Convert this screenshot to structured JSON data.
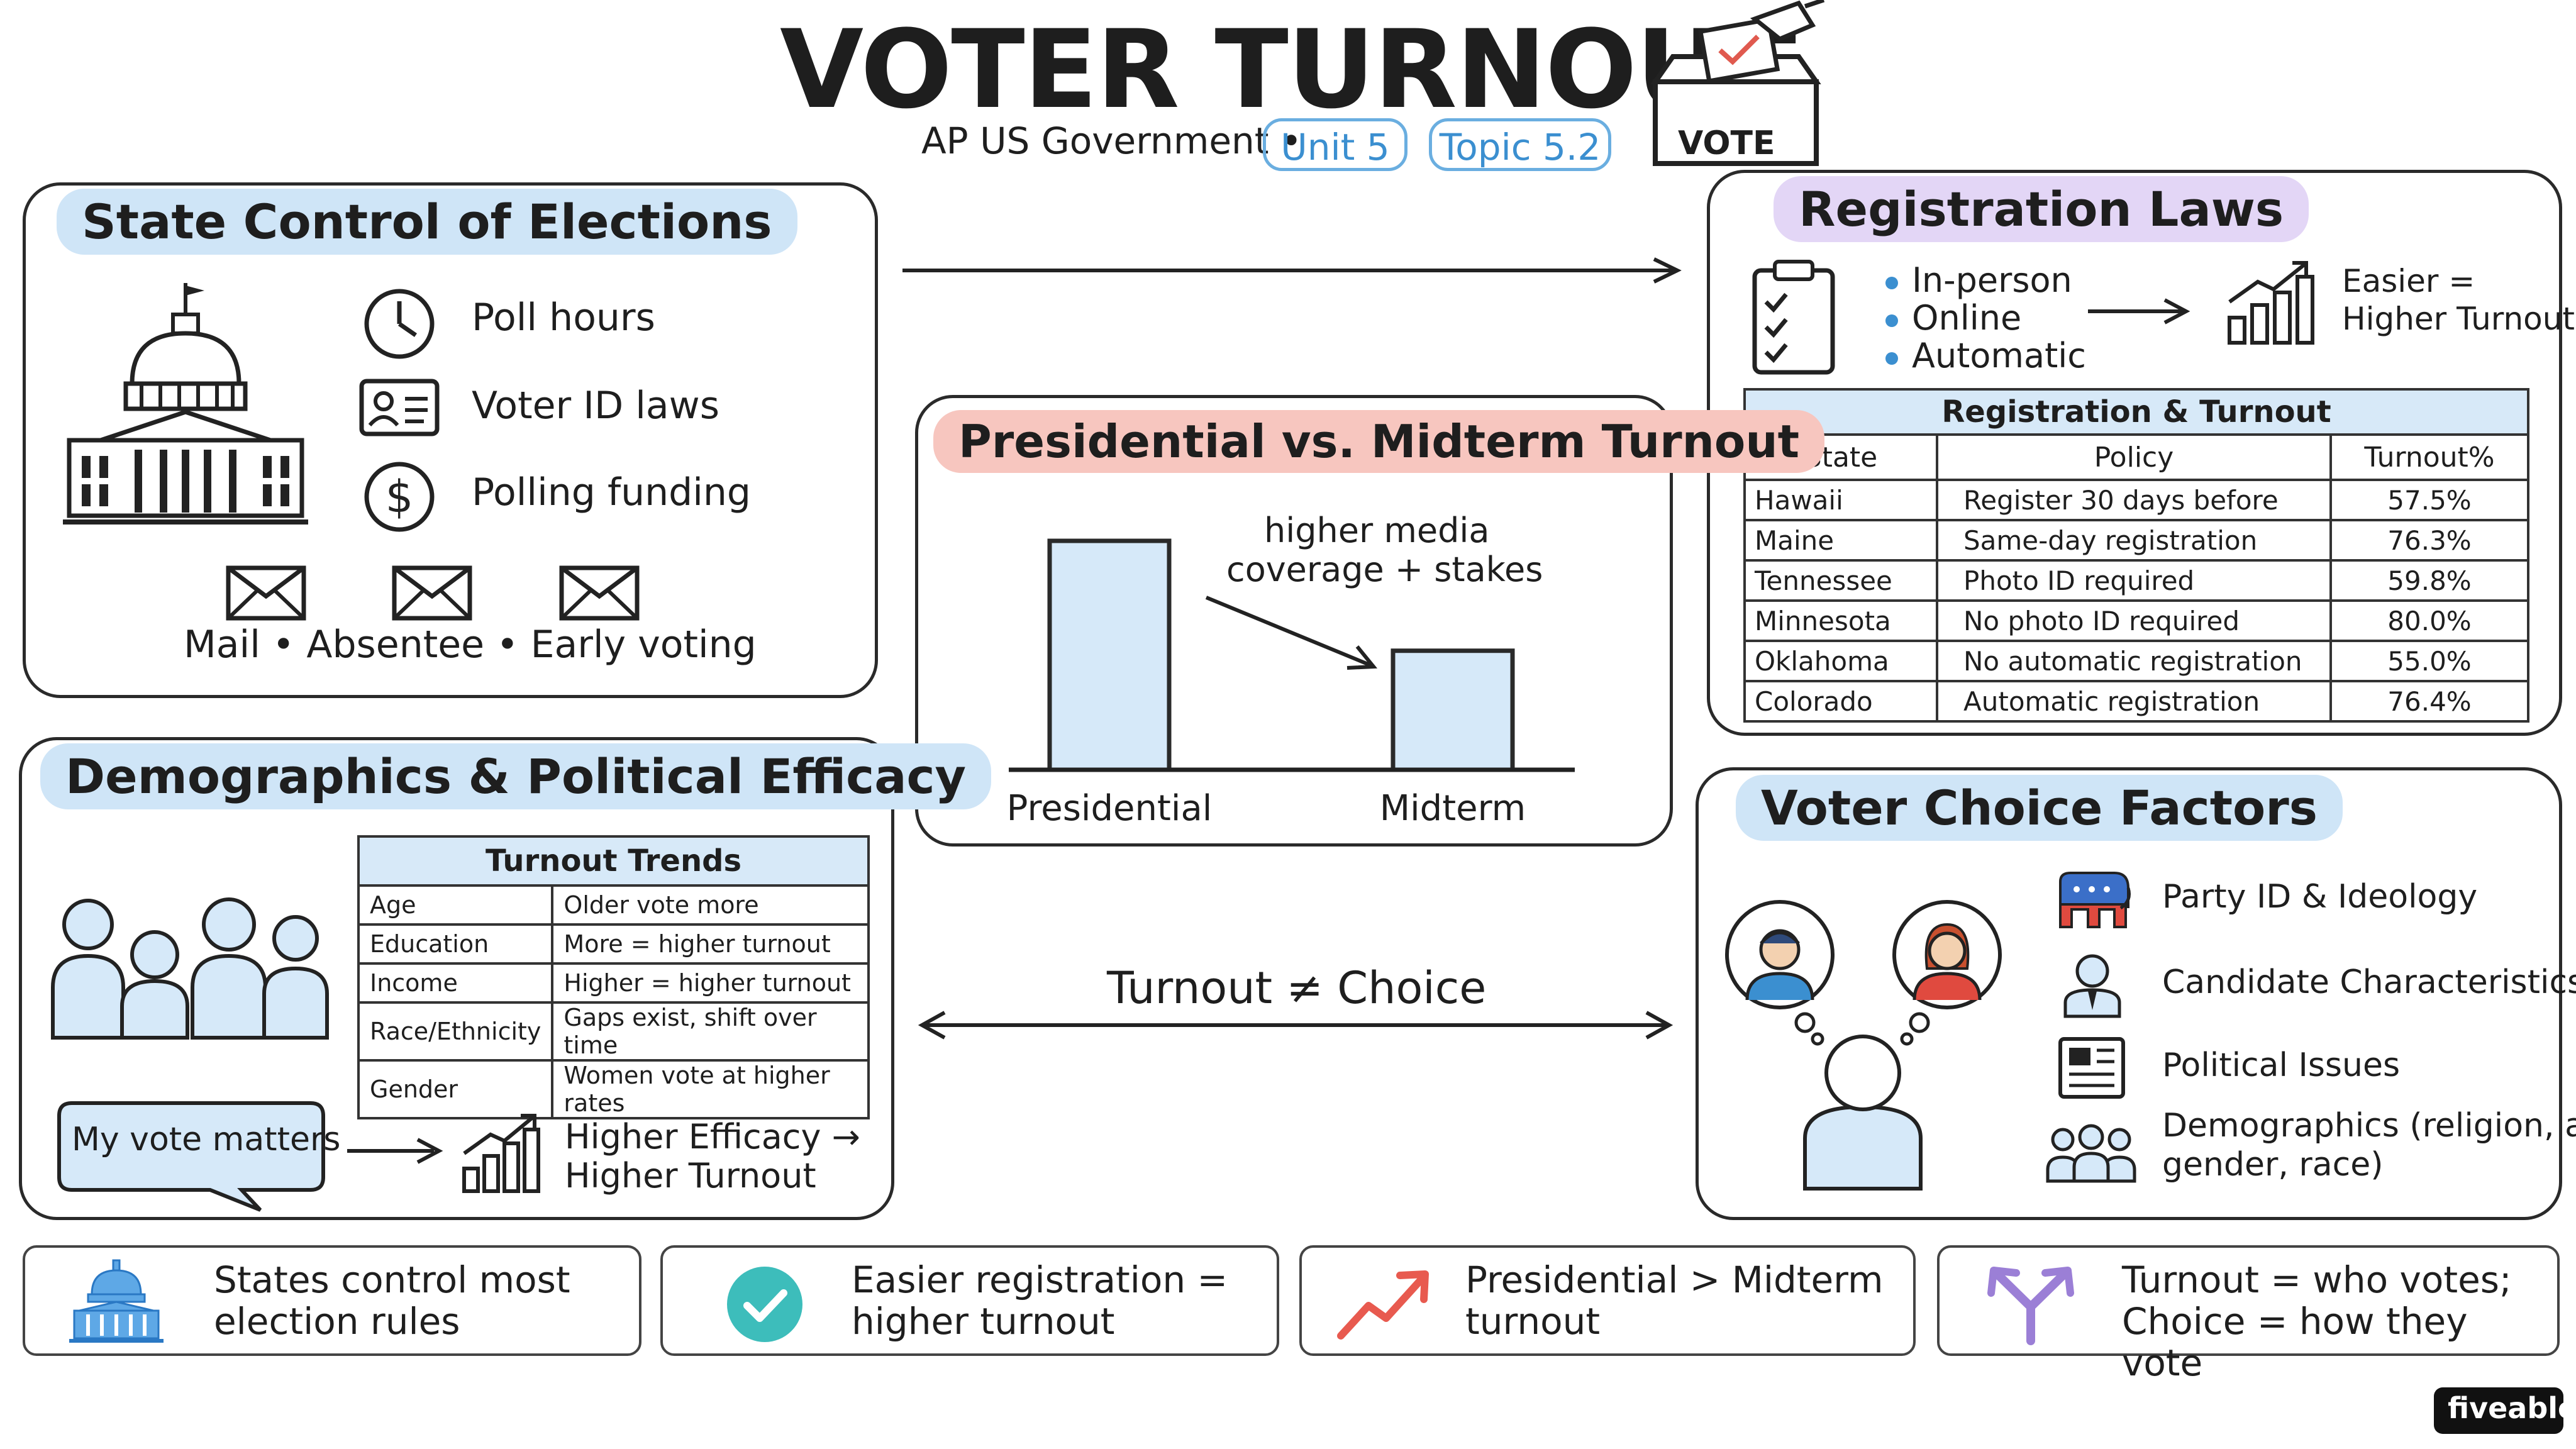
{
  "header": {
    "title": "VOTER TURNOUT",
    "subtitle": "AP US Government •",
    "unit": "Unit 5",
    "topic": "Topic 5.2",
    "ballot_box_label": "VOTE"
  },
  "state_control": {
    "title": "State Control of Elections",
    "items": [
      "Poll hours",
      "Voter ID laws",
      "Polling funding"
    ],
    "voting_methods": "Mail • Absentee • Early voting"
  },
  "registration": {
    "title": "Registration Laws",
    "methods": [
      "In-person",
      "Online",
      "Automatic"
    ],
    "result": [
      "Easier =",
      "Higher Turnout"
    ],
    "table": {
      "title": "Registration & Turnout",
      "headers": [
        "State",
        "Policy",
        "Turnout%"
      ],
      "rows": [
        [
          "Hawaii",
          "Register 30 days before",
          "57.5%"
        ],
        [
          "Maine",
          "Same-day registration",
          "76.3%"
        ],
        [
          "Tennessee",
          "Photo ID required",
          "59.8%"
        ],
        [
          "Minnesota",
          "No photo ID required",
          "80.0%"
        ],
        [
          "Oklahoma",
          "No automatic registration",
          "55.0%"
        ],
        [
          "Colorado",
          "Automatic registration",
          "76.4%"
        ]
      ]
    }
  },
  "presidential_midterm": {
    "title": "Presidential vs. Midterm Turnout",
    "annotation": [
      "higher media",
      "coverage + stakes"
    ]
  },
  "chart_data": {
    "type": "bar",
    "categories": [
      "Presidential",
      "Midterm"
    ],
    "values": [
      100,
      52
    ],
    "title": "Presidential vs. Midterm Turnout",
    "xlabel": "",
    "ylabel": "",
    "ylim": [
      0,
      100
    ],
    "grid": false
  },
  "demographics": {
    "title": "Demographics & Political Efficacy",
    "table": {
      "title": "Turnout Trends",
      "rows": [
        [
          "Age",
          "Older vote more"
        ],
        [
          "Education",
          "More = higher turnout"
        ],
        [
          "Income",
          "Higher = higher turnout"
        ],
        [
          "Race/Ethnicity",
          "Gaps exist, shift over time"
        ],
        [
          "Gender",
          "Women vote at higher rates"
        ]
      ]
    },
    "speech_bubble": "My vote matters",
    "efficacy": [
      "Higher Efficacy →",
      "Higher Turnout"
    ]
  },
  "turnout_choice": "Turnout ≠ Choice",
  "voter_choice": {
    "title": "Voter Choice Factors",
    "factors": [
      "Party ID & Ideology",
      "Candidate Characteristics",
      "Political Issues",
      "Demographics (religion, age,",
      "gender, race)"
    ]
  },
  "footer": [
    [
      "States control most",
      "election rules"
    ],
    [
      "Easier registration =",
      "higher turnout"
    ],
    [
      "Presidential > Midterm",
      "turnout"
    ],
    [
      "Turnout = who votes;",
      "Choice = how they vote"
    ]
  ],
  "brand": "fiveable",
  "colors": {
    "accent_blue": "#3b8fd0",
    "highlight_blue": "#cfe5f7",
    "highlight_purple": "#e3d6f6",
    "highlight_red": "#f7c6bf",
    "check_teal": "#3dbdbb",
    "trend_red": "#e85a4f",
    "split_purple": "#9b7fd6"
  },
  "icons": [
    "ballot-box-icon",
    "capitol-icon",
    "clock-icon",
    "id-card-icon",
    "dollar-icon",
    "envelope-icon",
    "clipboard-icon",
    "bar-chart-icon",
    "people-icon",
    "trend-up-icon",
    "party-elephant-icon",
    "candidate-icon",
    "newspaper-icon",
    "group-icon",
    "check-circle-icon",
    "split-arrow-icon"
  ]
}
